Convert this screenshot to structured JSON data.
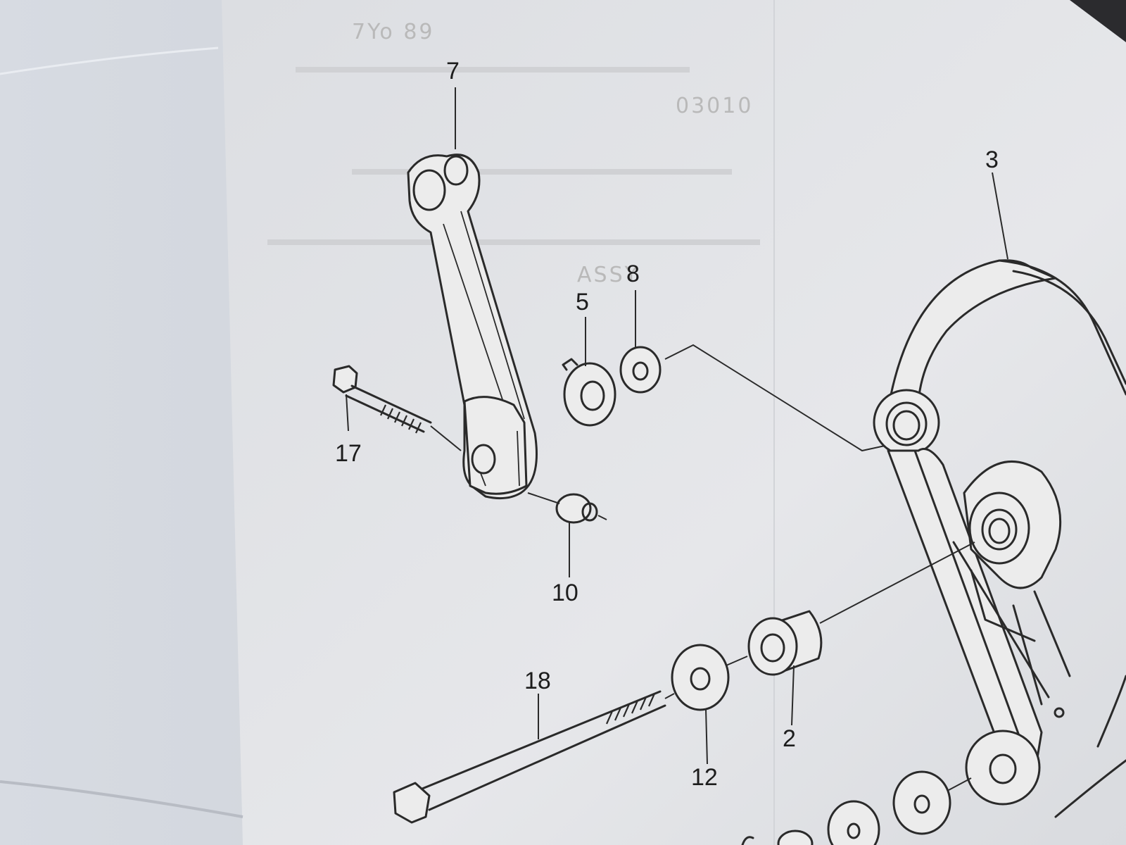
{
  "diagram": {
    "callouts": [
      {
        "id": "7",
        "label": "7"
      },
      {
        "id": "3",
        "label": "3"
      },
      {
        "id": "5",
        "label": "5"
      },
      {
        "id": "8",
        "label": "8"
      },
      {
        "id": "17",
        "label": "17"
      },
      {
        "id": "10",
        "label": "10"
      },
      {
        "id": "18",
        "label": "18"
      },
      {
        "id": "2",
        "label": "2"
      },
      {
        "id": "12",
        "label": "12"
      }
    ],
    "background_text": [
      {
        "text": "7Yo 89"
      },
      {
        "text": "03010"
      },
      {
        "text": "ASSY"
      }
    ]
  },
  "colors": {
    "paper": "#ececec",
    "ink": "#2a2a2a",
    "shadow": "#c9ccd3"
  }
}
